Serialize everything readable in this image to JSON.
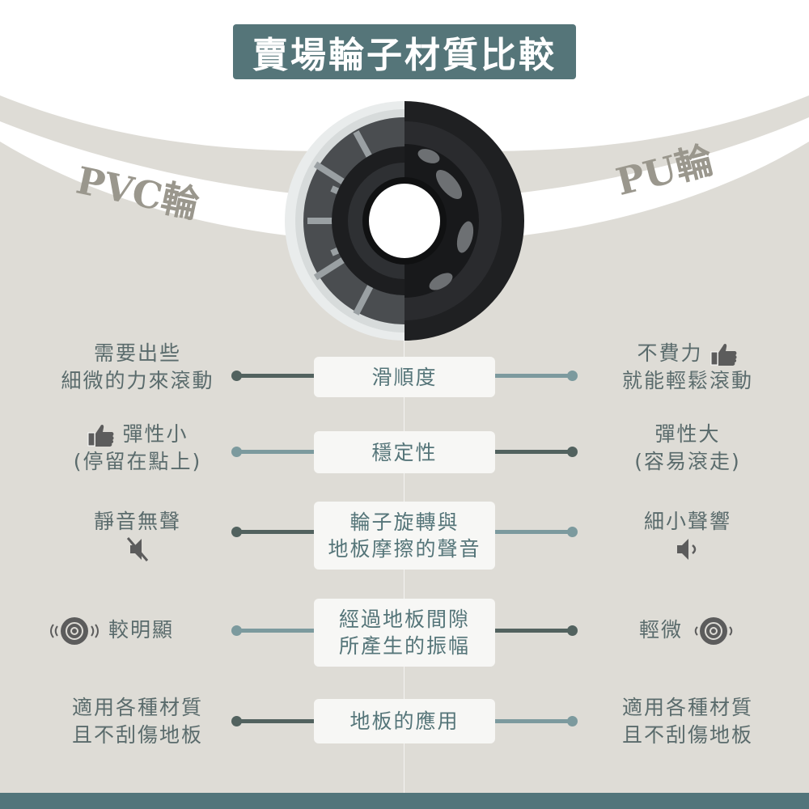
{
  "title": "賣場輪子材質比較",
  "left_product": "PVC輪",
  "right_product": "PU輪",
  "colors": {
    "title_bg": "#557579",
    "background": "#dedcd6",
    "dark_connector": "#52625f",
    "light_connector": "#7c9a9e",
    "text": "#5a6b6c",
    "footer": "#52757b"
  },
  "rows": [
    {
      "criterion": [
        "滑順度"
      ],
      "left": [
        "需要出些",
        "細微的力來滾動"
      ],
      "right": [
        "不費力",
        "就能輕鬆滾動"
      ],
      "left_icon": null,
      "right_icon": "thumbs-up-icon",
      "left_connector": "dark",
      "right_connector": "light"
    },
    {
      "criterion": [
        "穩定性"
      ],
      "left": [
        "彈性小",
        "(停留在點上)"
      ],
      "right": [
        "彈性大",
        "(容易滾走)"
      ],
      "left_icon": "thumbs-up-icon",
      "right_icon": null,
      "left_connector": "light",
      "right_connector": "dark"
    },
    {
      "criterion": [
        "輪子旋轉與",
        "地板摩擦的聲音"
      ],
      "left": [
        "靜音無聲"
      ],
      "right": [
        "細小聲響"
      ],
      "left_icon": "speaker-muted-icon",
      "right_icon": "speaker-low-icon",
      "left_connector": "dark",
      "right_connector": "light"
    },
    {
      "criterion": [
        "經過地板間隙",
        "所產生的振幅"
      ],
      "left": [
        "較明顯"
      ],
      "right": [
        "輕微"
      ],
      "left_icon": "vibrating-wheel-icon",
      "right_icon": "vibrating-wheel-icon",
      "left_connector": "light",
      "right_connector": "dark"
    },
    {
      "criterion": [
        "地板的應用"
      ],
      "left": [
        "適用各種材質",
        "且不刮傷地板"
      ],
      "right": [
        "適用各種材質",
        "且不刮傷地板"
      ],
      "left_icon": null,
      "right_icon": null,
      "left_connector": "dark",
      "right_connector": "light"
    }
  ]
}
